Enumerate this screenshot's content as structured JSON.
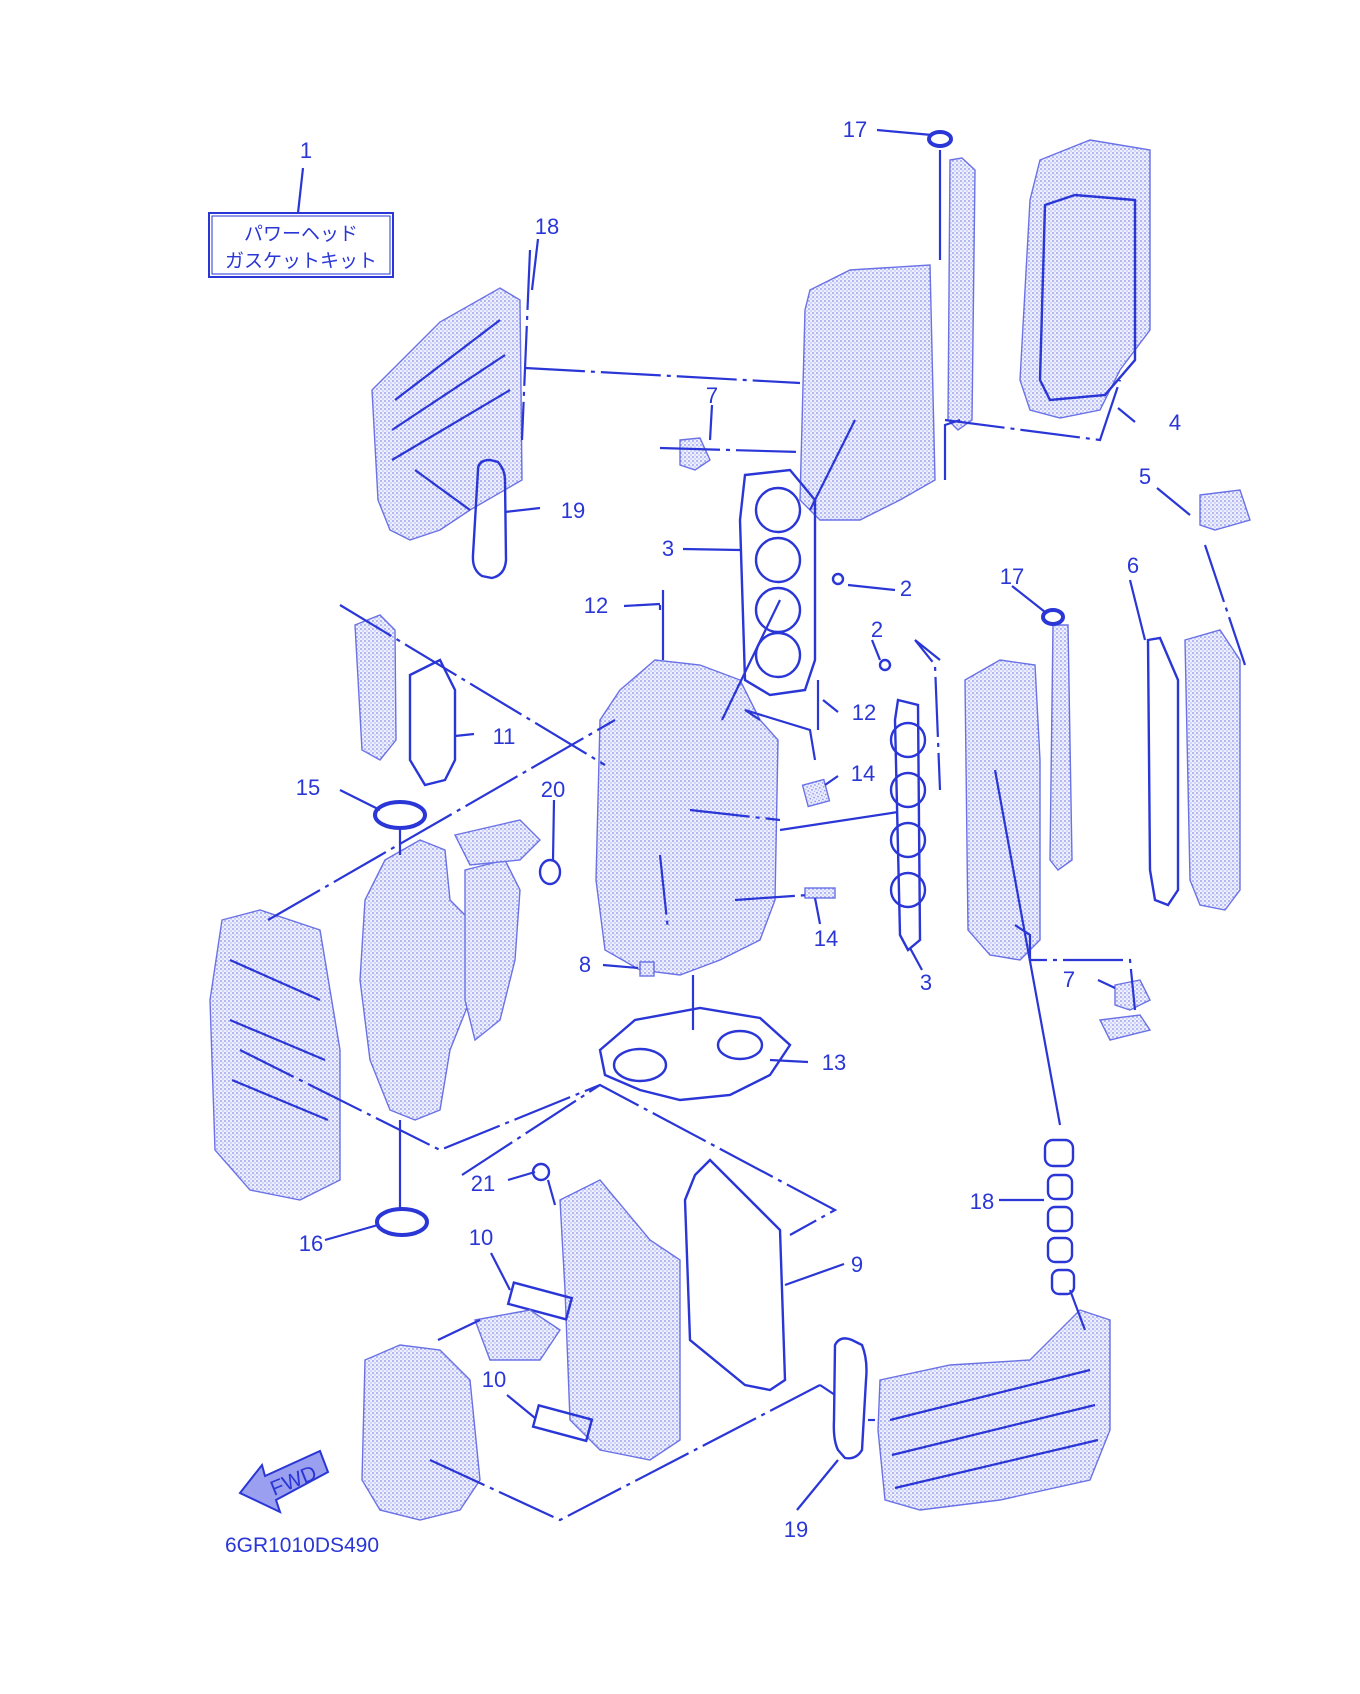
{
  "kit_label": {
    "line1": "パワーヘッド",
    "line2": "ガスケットキット"
  },
  "drawing_code": "6GR1010DS490",
  "fwd_label": "FWD",
  "callouts": {
    "c1": "1",
    "c2a": "2",
    "c2b": "2",
    "c3a": "3",
    "c3b": "3",
    "c4": "4",
    "c5": "5",
    "c6": "6",
    "c7a": "7",
    "c7b": "7",
    "c8": "8",
    "c9": "9",
    "c10a": "10",
    "c10b": "10",
    "c11": "11",
    "c12a": "12",
    "c12b": "12",
    "c13": "13",
    "c14a": "14",
    "c14b": "14",
    "c15": "15",
    "c16": "16",
    "c17a": "17",
    "c17b": "17",
    "c18a": "18",
    "c18b": "18",
    "c19a": "19",
    "c19b": "19",
    "c20": "20",
    "c21": "21"
  },
  "colors": {
    "line": "#2a36d6",
    "fill": "#c9ccf5",
    "background": "#ffffff"
  }
}
